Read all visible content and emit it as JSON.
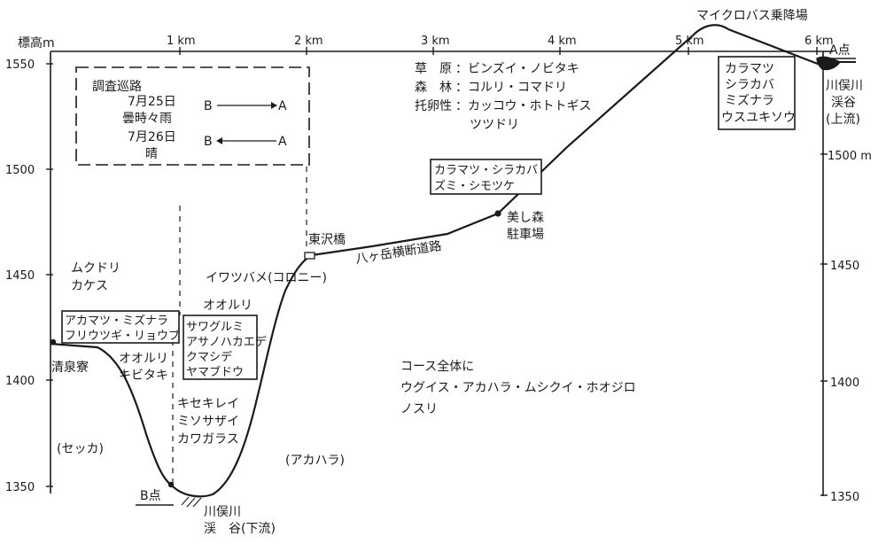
{
  "axes": {
    "left_title": "標高m",
    "left_ticks": [
      "1550",
      "1500",
      "1450",
      "1400",
      "1350"
    ],
    "right_ticks": [
      "1500 m",
      "1450",
      "1400",
      "1350"
    ],
    "km_ticks": [
      "1 km",
      "2 km",
      "3 km",
      "4 km",
      "5 km",
      "6 km"
    ]
  },
  "legend": {
    "title": "調査巡路",
    "date1": "7月25日",
    "weather1": "曇時々雨",
    "date2": "7月26日",
    "weather2": "晴",
    "from1": "B",
    "to1": "A",
    "from2": "B",
    "to2": "A"
  },
  "habitat": {
    "row1_key": "草　原",
    "row1_val": "：ビンズイ・ノビタキ",
    "row2_key": "森　林",
    "row2_val": "：コルリ・コマドリ",
    "row3_key": "托卵性",
    "row3_val": "：カッコウ・ホトトギス",
    "row3_val2": "ツツドリ"
  },
  "places": {
    "microbus": "マイクロバス乗降場",
    "point_a": "A点",
    "stream_up_1": "川俣川",
    "stream_up_2": "渓谷",
    "stream_up_3": "(上流)",
    "bishimori_1": "美し森",
    "bishimori_2": "駐車場",
    "higashizawa": "東沢橋",
    "road": "八ヶ岳横断道路",
    "seisenryo": "清泉寮",
    "point_b": "B点",
    "stream_down_1": "川俣川",
    "stream_down_2": "渓　谷(下流)"
  },
  "boxes": {
    "upper_right": [
      "カラマツ",
      "シラカバ",
      "ミズナラ",
      "ウスユキソウ"
    ],
    "mid_right": [
      "カラマツ・シラカバ",
      "ズミ・シモツケ"
    ],
    "left_trees": [
      "アカマツ・ミズナラ",
      "フリウツギ・リョウブ"
    ],
    "valley_trees": [
      "サワグルミ",
      "アサノハカエデ",
      "クマシデ",
      "ヤマブドウ"
    ]
  },
  "birds": {
    "mukudori": "ムクドリ",
    "kakesu": "カケス",
    "iwatsubame": "イワツバメ(コロニー)",
    "oruri_1": "オオルリ",
    "oruri_2": "オオルリ",
    "kibitaki": "キビタキ",
    "kisekirei": "キセキレイ",
    "misosazai": "ミソサザイ",
    "kawagarasu": "カワガラス",
    "sekka": "(セッカ)",
    "akahara": "(アカハラ)",
    "course_1": "コース全体に",
    "course_2": "ウグイス・アカハラ・ムシクイ・ホオジロ",
    "course_3": "ノスリ"
  }
}
